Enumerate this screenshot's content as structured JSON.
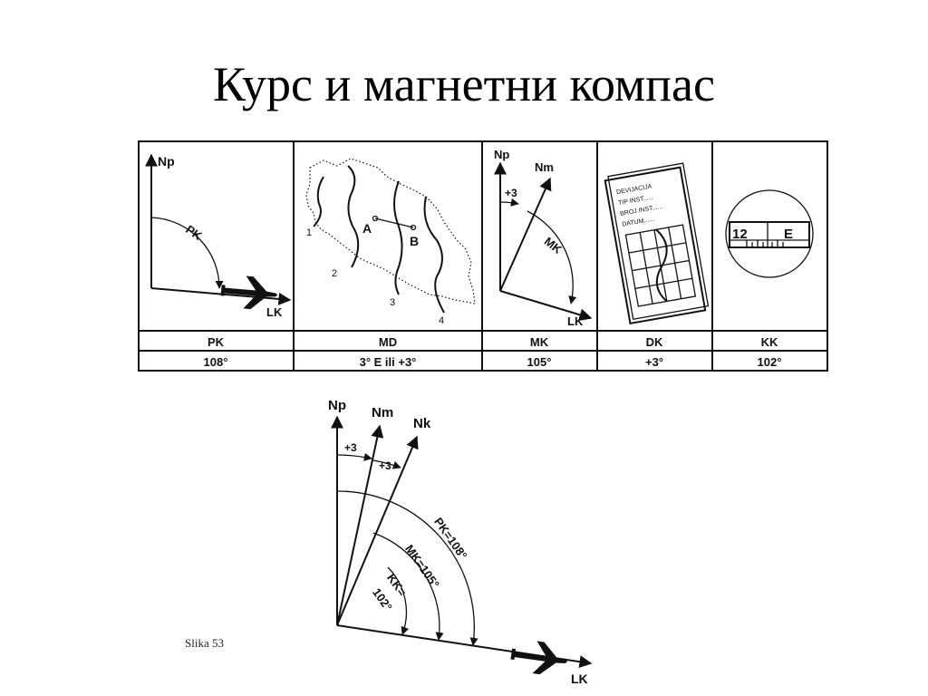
{
  "slide": {
    "title": "Курс и магнетни компас",
    "caption": "Slika 53"
  },
  "top_figure": {
    "panel1": {
      "np": "Np",
      "pk": "PK",
      "lk": "LK"
    },
    "panel2": {
      "a": "A",
      "b": "B",
      "r1": "1",
      "r2": "2",
      "r3": "3",
      "r4": "4"
    },
    "panel3": {
      "np": "Np",
      "nm": "Nm",
      "plus3": "+3",
      "mk": "MK",
      "lk": "LK"
    },
    "panel4": {
      "l1": "DEVIJACIJA",
      "l2": "TIP INST......",
      "l3": "BROJ INST......",
      "l4": "DATUM......"
    },
    "panel5": {
      "n12": "12",
      "e": "E"
    },
    "headers": [
      "PK",
      "MD",
      "MK",
      "DK",
      "KK"
    ],
    "values": [
      "108°",
      "3° E ili +3°",
      "105°",
      "+3°",
      "102°"
    ]
  },
  "bottom_figure": {
    "np": "Np",
    "nm": "Nm",
    "nk": "Nk",
    "plus3_a": "+3",
    "plus3_b": "+3",
    "pk": "PK=108°",
    "mk": "MK=105°",
    "kk1": "KK=",
    "kk2": "102°",
    "lk": "LK"
  }
}
